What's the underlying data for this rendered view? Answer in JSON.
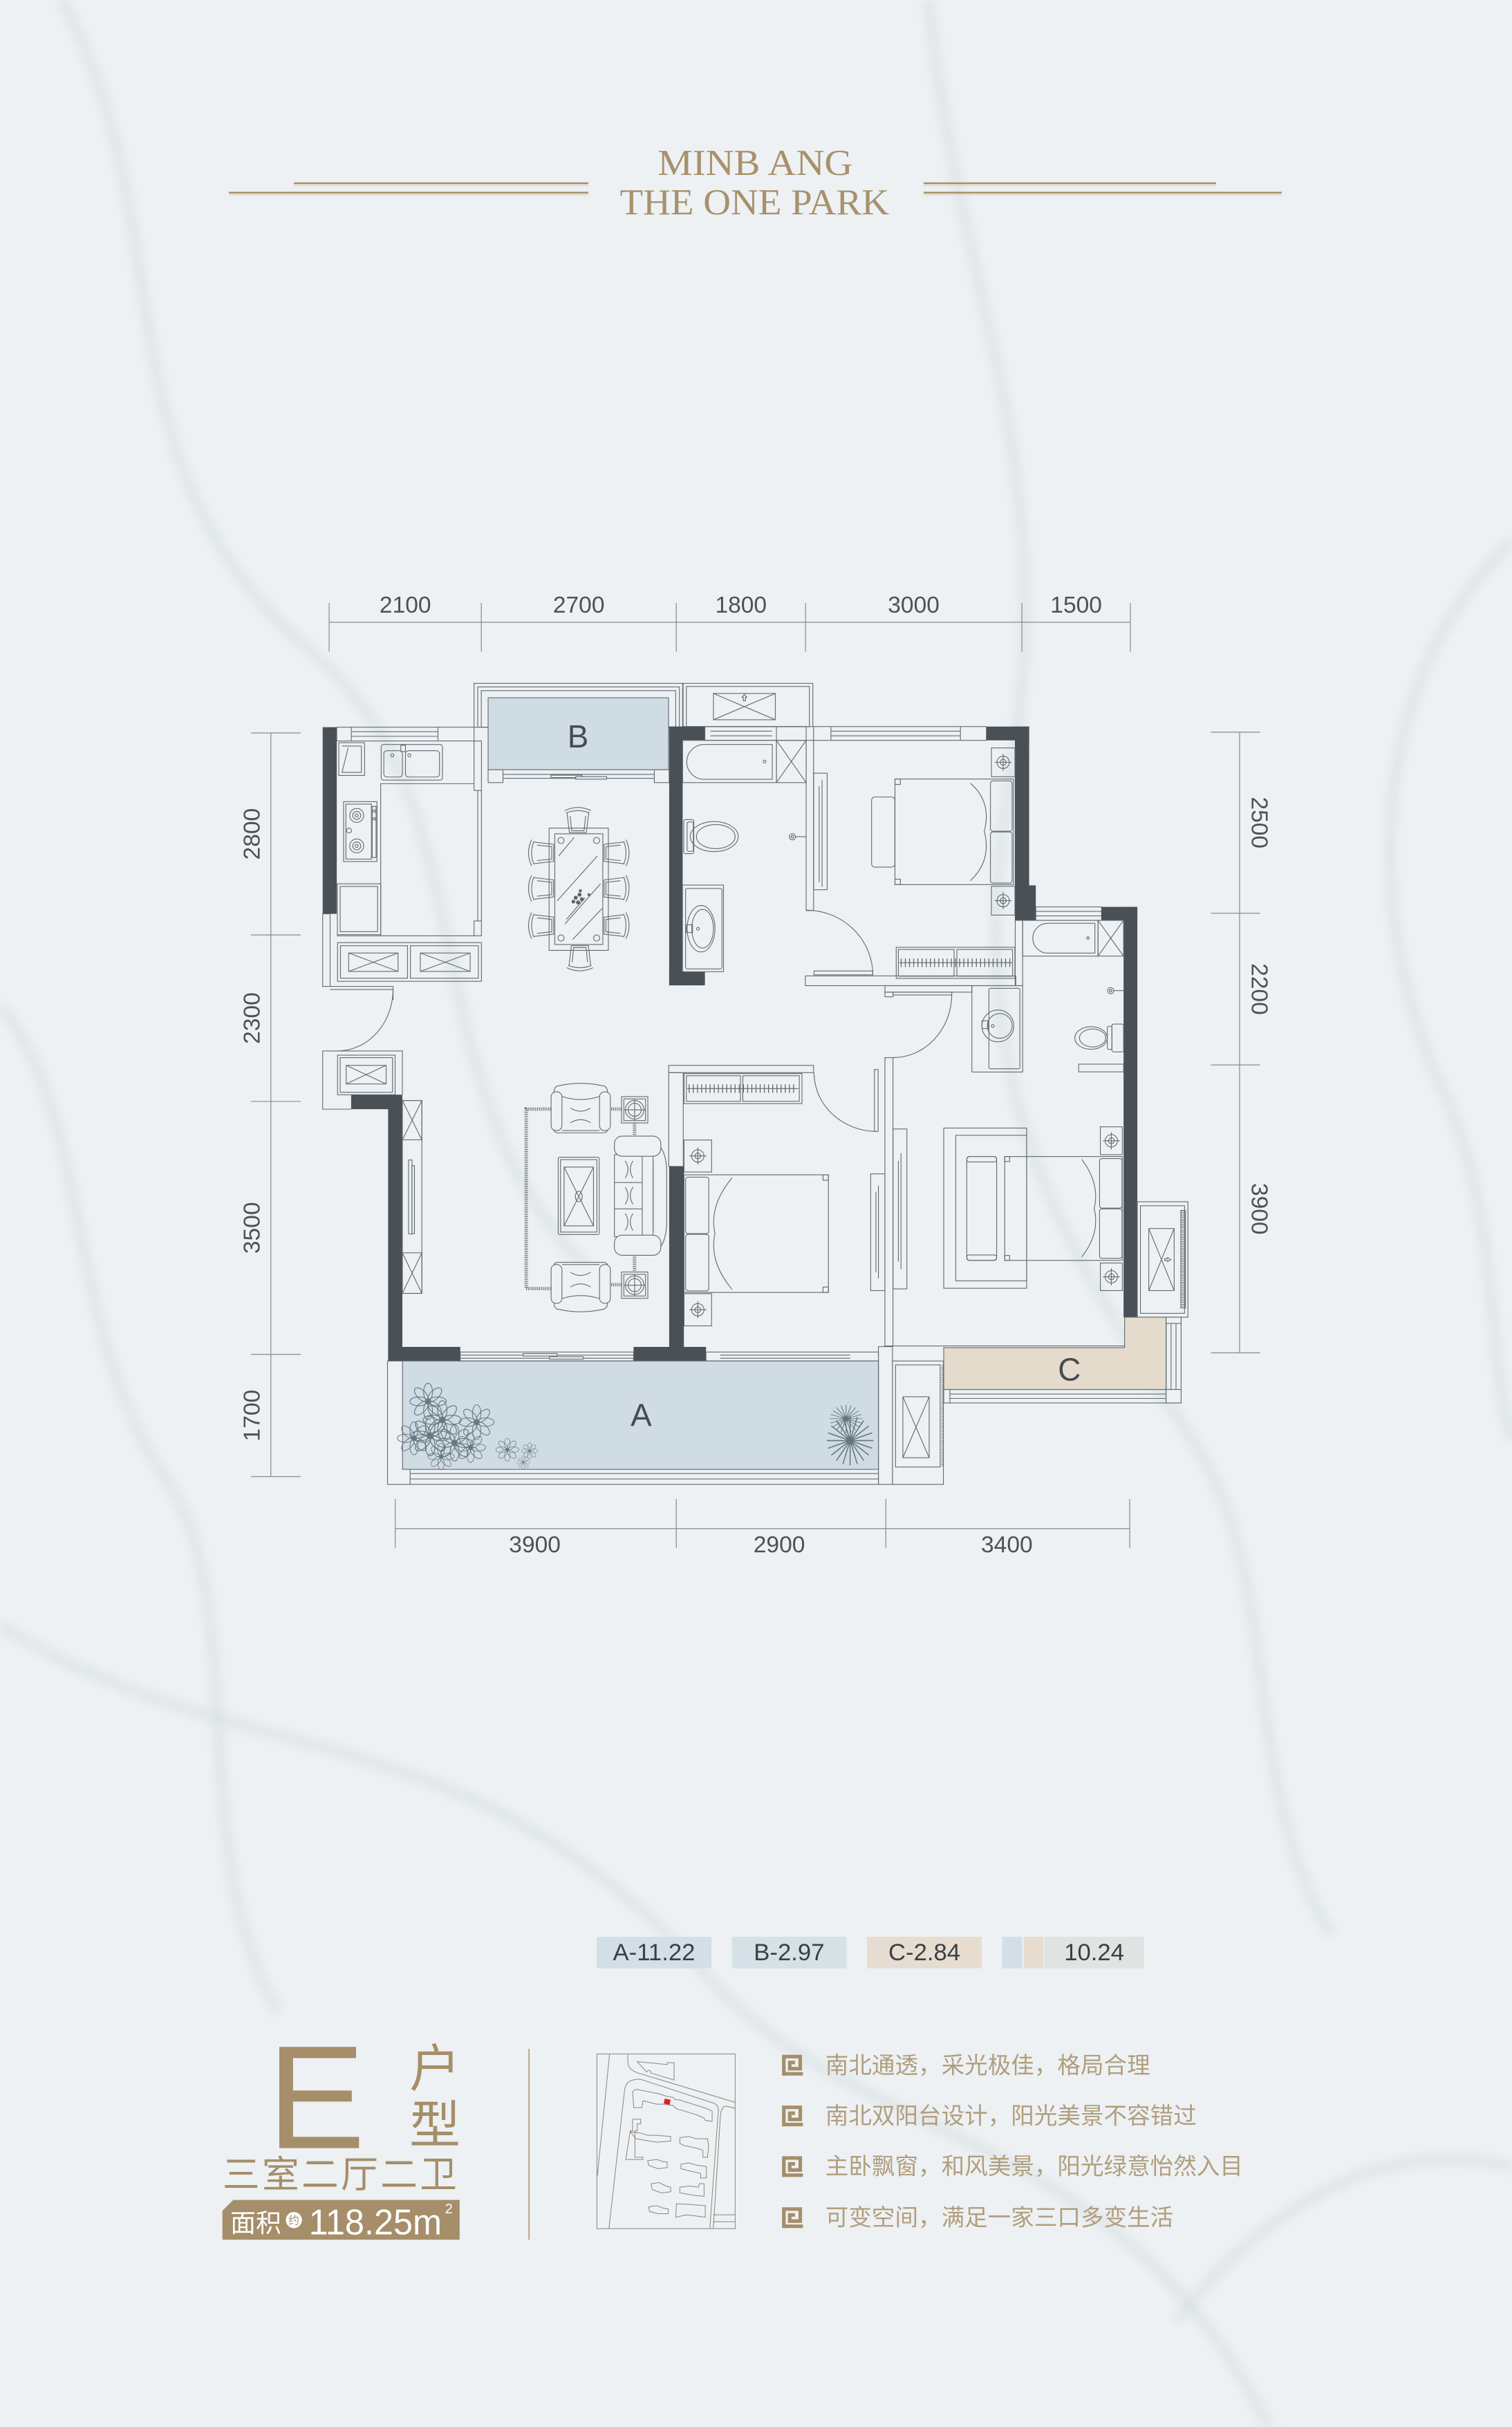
{
  "header": {
    "line1": "MINB ANG",
    "line2": "THE ONE PARK"
  },
  "floorplan": {
    "dimensions": {
      "top": [
        "2100",
        "2700",
        "1800",
        "3000",
        "1500"
      ],
      "bottom": [
        "3900",
        "2900",
        "3400"
      ],
      "left": [
        "2800",
        "2300",
        "3500",
        "1700"
      ],
      "right": [
        "2500",
        "2200",
        "3900"
      ]
    },
    "balconies": {
      "a": "A",
      "b": "B",
      "c": "C"
    }
  },
  "legend": [
    {
      "label": "A-11.22",
      "color": "#d3dfe6"
    },
    {
      "label": "B-2.97",
      "color": "#d5e0e7"
    },
    {
      "label": "C-2.84",
      "color": "#e6ddd0"
    },
    {
      "label": "10.24",
      "color": "#e1e3e3",
      "swatch_1": "#d3dfe6",
      "swatch_2": "#e6ddd0"
    }
  ],
  "unit": {
    "type_letter": "E",
    "type_label_1": "户",
    "type_label_2": "型",
    "layout": "三室二厅二卫",
    "area_label": "面积",
    "area_approx": "约",
    "area_value": "118.25m",
    "area_unit_sup": "2"
  },
  "features": [
    {
      "text": "南北通透，采光极佳，格局合理",
      "icon": "fret-pattern-icon"
    },
    {
      "text": "南北双阳台设计，阳光美景不容错过",
      "icon": "fret-pattern-icon"
    },
    {
      "text": "主卧飘窗，和风美景，阳光绿意怡然入目",
      "icon": "fret-pattern-icon"
    },
    {
      "text": "可变空间，满足一家三口多变生活",
      "icon": "fret-pattern-icon"
    }
  ],
  "site_plan": {
    "highlight_color": "#e0201c"
  },
  "colors": {
    "gold": "#a58e69",
    "feature_text": "#b19e7e",
    "wall": "#495056",
    "line": "#626a71",
    "balcony_blue": "#cfdce4",
    "balcony_beige": "#e4dbcc",
    "background": "#edf1f3"
  }
}
